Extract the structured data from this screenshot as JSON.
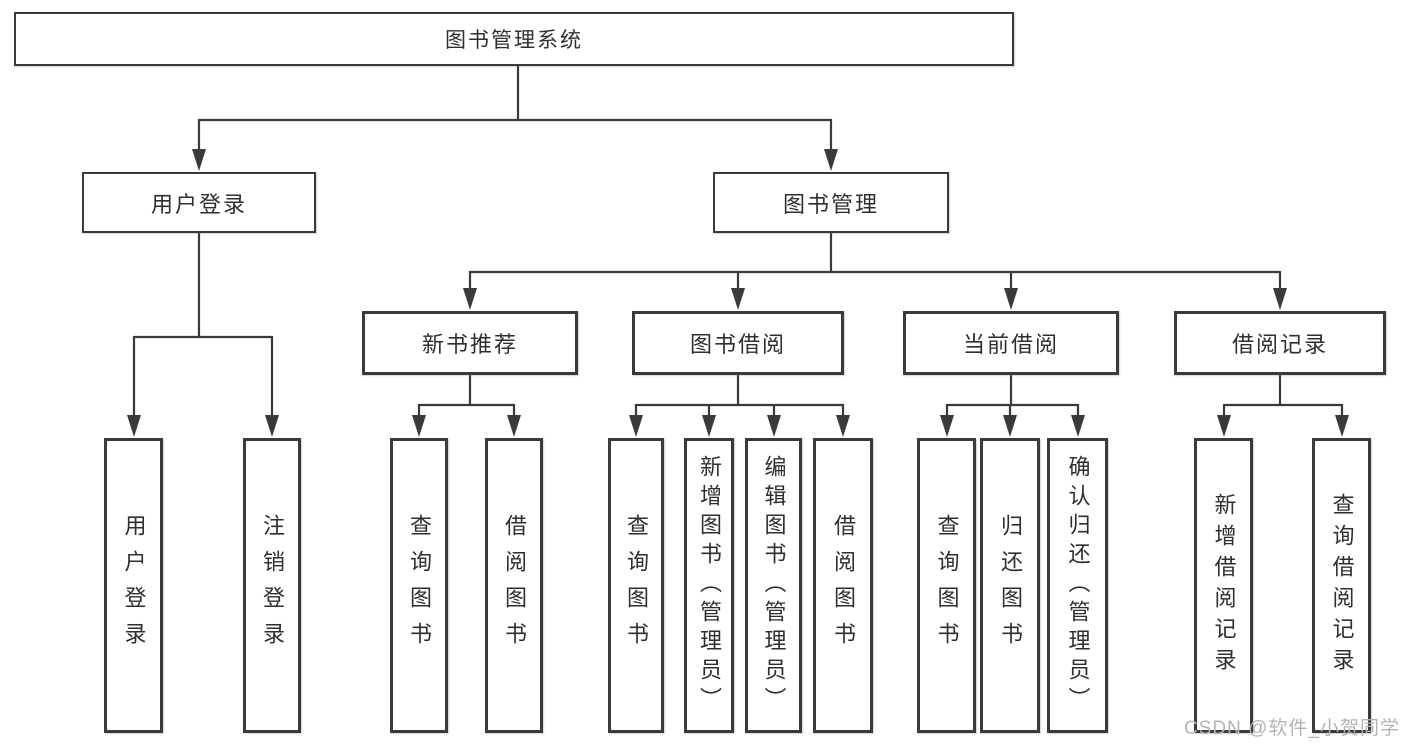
{
  "colors": {
    "line": "#3a3a3a",
    "text": "#2f2f2f",
    "box_border": "#3a3a3a",
    "watermark": "#b4b4b4",
    "background": "#ffffff"
  },
  "tree": {
    "label": "图书管理系统",
    "children": [
      {
        "label": "用户登录",
        "children": [
          {
            "label": "用户登录"
          },
          {
            "label": "注销登录"
          }
        ]
      },
      {
        "label": "图书管理",
        "children": [
          {
            "label": "新书推荐",
            "children": [
              {
                "label": "查询图书"
              },
              {
                "label": "借阅图书"
              }
            ]
          },
          {
            "label": "图书借阅",
            "children": [
              {
                "label": "查询图书"
              },
              {
                "label": "新增图书（管理员）"
              },
              {
                "label": "编辑图书（管理员）"
              },
              {
                "label": "借阅图书"
              }
            ]
          },
          {
            "label": "当前借阅",
            "children": [
              {
                "label": "查询图书"
              },
              {
                "label": "归还图书"
              },
              {
                "label": "确认归还（管理员）"
              }
            ]
          },
          {
            "label": "借阅记录",
            "children": [
              {
                "label": "新增借阅记录"
              },
              {
                "label": "查询借阅记录"
              }
            ]
          }
        ]
      }
    ]
  },
  "watermark": "CSDN @软件_小贺同学"
}
